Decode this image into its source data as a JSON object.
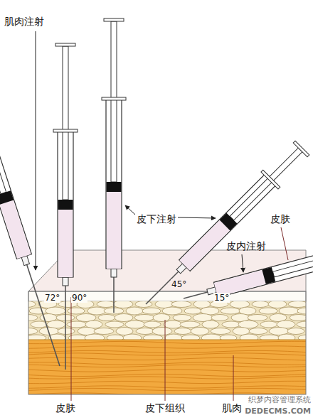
{
  "diagram": {
    "labels": [
      "肌肉注射",
      "皮下注射",
      "皮肤",
      "皮内注射",
      "72°",
      "90°",
      "45°",
      "15°",
      "皮肤",
      "皮下组织",
      "肌肉",
      "织梦内容管理系统",
      "DEDECMS.COM"
    ]
  }
}
